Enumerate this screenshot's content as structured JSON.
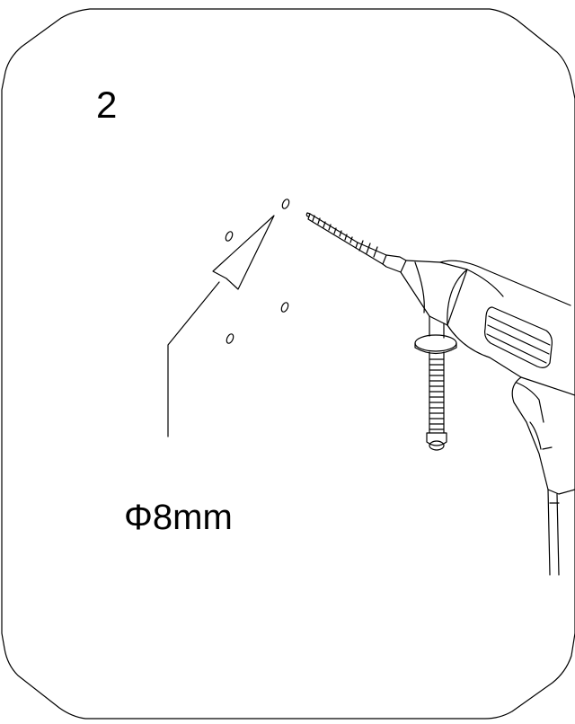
{
  "step": {
    "number": "2"
  },
  "drill": {
    "bit_size": "Φ8mm"
  },
  "colors": {
    "line": "#000000",
    "background": "#ffffff"
  },
  "icons": {
    "drill": "power-drill-illustration",
    "anchor": "wall-anchor-screw",
    "arrow": "direction-arrow"
  }
}
